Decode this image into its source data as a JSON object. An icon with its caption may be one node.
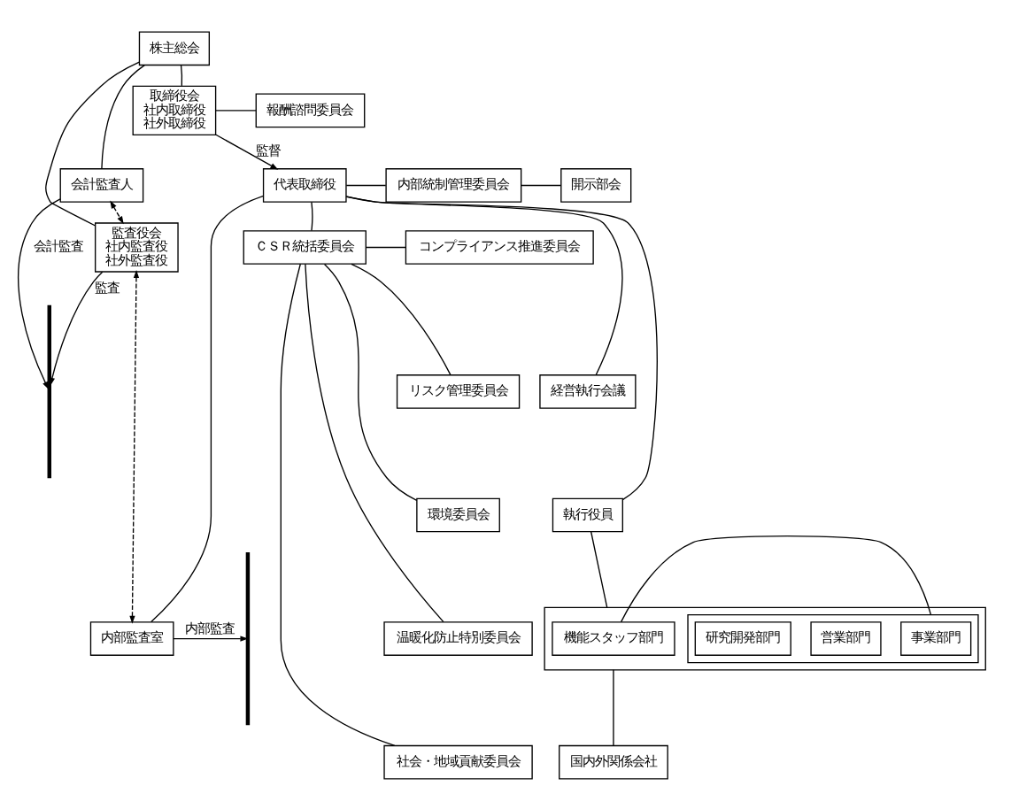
{
  "diagram": {
    "nodes": [
      {
        "text": [
          "株主総会"
        ]
      },
      {
        "text": [
          "監査役会",
          "社内監査役",
          "社外監査役"
        ]
      },
      {
        "text": [
          "会計監査人"
        ]
      },
      {
        "text": [
          "取締役会",
          "社内取締役",
          "社外取締役"
        ]
      },
      {
        "text": [
          "報酬諮問委員会"
        ]
      },
      {
        "text": [
          "代表取締役"
        ]
      },
      {
        "text": [
          "内部統制管理委員会"
        ]
      },
      {
        "text": [
          "開示部会"
        ]
      },
      {
        "text": [
          "ＣＳＲ統括委員会"
        ]
      },
      {
        "text": [
          "コンプライアンス推進委員会"
        ]
      },
      {
        "text": [
          "リスク管理委員会"
        ]
      },
      {
        "text": [
          "環境委員会"
        ]
      },
      {
        "text": [
          "温暖化防止特別委員会"
        ]
      },
      {
        "text": [
          "社会・地域貢献委員会"
        ]
      },
      {
        "text": [
          "経営執行会議"
        ]
      },
      {
        "text": [
          "内部監査室"
        ]
      },
      {
        "text": [
          "執行役員"
        ]
      },
      {
        "text": [],
        "shape": "box"
      },
      {
        "text": [
          "機能スタッフ部門"
        ],
        "in": 17
      },
      {
        "text": [],
        "shape": "box",
        "in": 17
      },
      {
        "text": [
          "事業部門"
        ],
        "in": 19
      },
      {
        "text": [
          "営業部門"
        ],
        "in": 19
      },
      {
        "text": [
          "研究開発部門"
        ],
        "in": 19
      },
      {
        "text": [
          "国内外関係会社"
        ]
      },
      {
        "text": [],
        "shape": "bar"
      },
      {
        "text": [],
        "shape": "bar"
      }
    ],
    "edges": [
      {
        "from": 0,
        "to": 1,
        "arrow": "none"
      },
      {
        "from": 0,
        "to": 2,
        "arrow": "none"
      },
      {
        "from": 0,
        "to": 3,
        "arrow": "none"
      },
      {
        "from": 1,
        "to": 24,
        "arrow": "to",
        "label": "監査"
      },
      {
        "from": 2,
        "to": 1,
        "arrow": "both",
        "style": "dashed"
      },
      {
        "from": 2,
        "to": 24,
        "arrow": "to",
        "label": "会計監査"
      },
      {
        "from": 3,
        "to": 4,
        "arrow": "none"
      },
      {
        "from": 3,
        "to": 5,
        "arrow": "to",
        "label": "監督"
      },
      {
        "from": 5,
        "to": 6,
        "arrow": "none"
      },
      {
        "from": 6,
        "to": 7,
        "arrow": "none"
      },
      {
        "from": 5,
        "to": 8,
        "arrow": "none"
      },
      {
        "from": 8,
        "to": 9,
        "arrow": "none"
      },
      {
        "from": 8,
        "to": 10,
        "arrow": "none"
      },
      {
        "from": 8,
        "to": 11,
        "arrow": "none"
      },
      {
        "from": 8,
        "to": 12,
        "arrow": "none"
      },
      {
        "from": 8,
        "to": 13,
        "arrow": "none"
      },
      {
        "from": 5,
        "to": 14,
        "arrow": "none"
      },
      {
        "from": 5,
        "to": 15,
        "arrow": "none"
      },
      {
        "from": 1,
        "to": 15,
        "arrow": "both",
        "style": "dashed"
      },
      {
        "from": 15,
        "to": 25,
        "arrow": "to",
        "label": "内部監査"
      },
      {
        "from": 5,
        "to": 16,
        "arrow": "none"
      },
      {
        "from": 16,
        "to": 17,
        "arrow": "none"
      },
      {
        "from": 18,
        "to": 19,
        "arrow": "none"
      },
      {
        "from": 17,
        "to": 23,
        "arrow": "none"
      }
    ]
  }
}
